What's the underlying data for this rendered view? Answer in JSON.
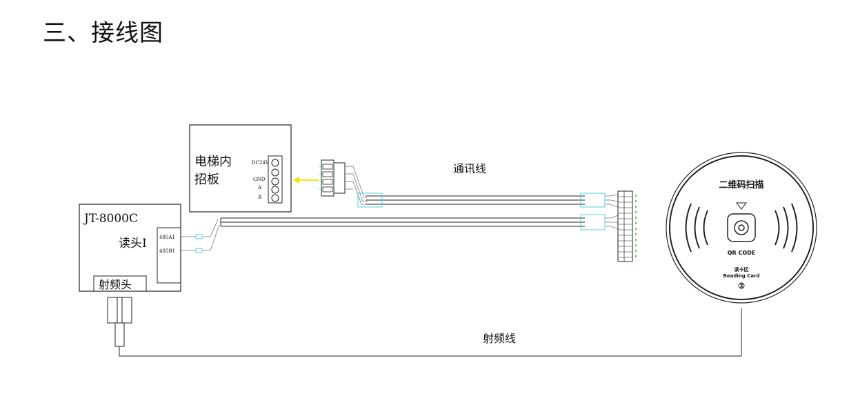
{
  "title": "三、接线图",
  "board": {
    "name_line1": "电梯内",
    "name_line2": "招板",
    "pins": [
      "DC24V",
      "GND",
      "A",
      "B"
    ]
  },
  "controller": {
    "model": "JT-8000C",
    "reader_label": "读头I",
    "pins": [
      "485A1",
      "485B1"
    ],
    "rf_label": "射频头"
  },
  "cables": {
    "comm_label": "通讯线",
    "rf_label": "射频线"
  },
  "reader": {
    "top_label": "二维码扫描",
    "qr_label": "QR CODE",
    "card_cn": "读卡区",
    "card_en": "Reading Card"
  },
  "colors": {
    "line": "#222222",
    "highlight": "#4fd2e0",
    "arrow": "#f2e600",
    "pin_text": "#5cc85c"
  }
}
